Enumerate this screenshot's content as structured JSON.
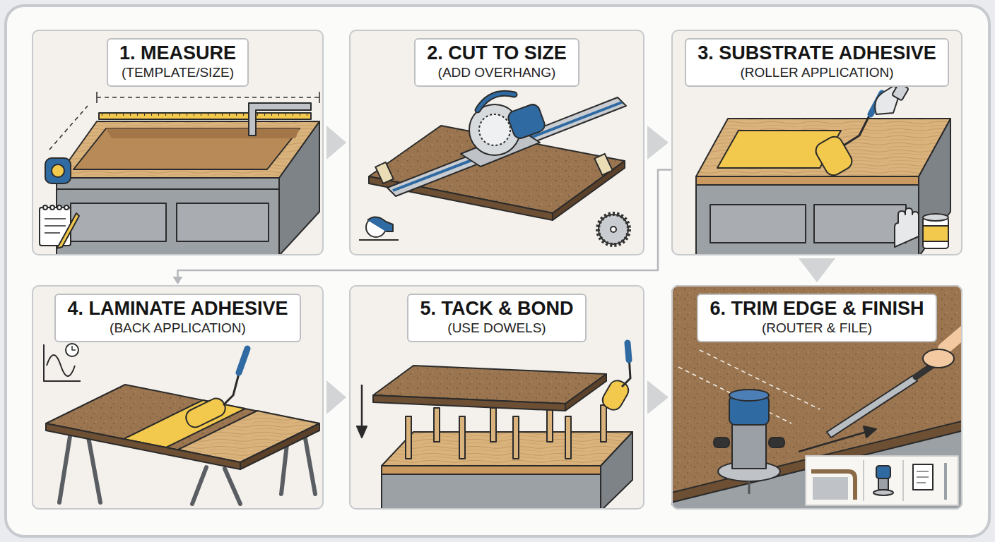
{
  "diagram": {
    "nodes": [
      {
        "text": [
          "1. MEASURE",
          "(TEMPLATE/SIZE)"
        ]
      },
      {
        "text": [
          "2. CUT TO SIZE",
          "(ADD OVERHANG)"
        ]
      },
      {
        "text": [
          "3. SUBSTRATE ADHESIVE",
          "(ROLLER APPLICATION)"
        ]
      },
      {
        "text": [
          "4. LAMINATE ADHESIVE",
          "(BACK APPLICATION)"
        ]
      },
      {
        "text": [
          "5. TACK & BOND",
          "(USE DOWELS)"
        ]
      },
      {
        "text": [
          "6. TRIM EDGE & FINISH",
          "(ROUTER & FILE)"
        ]
      }
    ],
    "edges": [
      {
        "from": 0,
        "to": 1,
        "arrow": "to"
      },
      {
        "from": 1,
        "to": 2,
        "arrow": "to"
      },
      {
        "from": 2,
        "to": 3,
        "arrow": "to"
      },
      {
        "from": 3,
        "to": 4,
        "arrow": "to"
      },
      {
        "from": 4,
        "to": 5,
        "arrow": "to"
      },
      {
        "from": 2,
        "to": 5,
        "arrow": "to"
      }
    ]
  }
}
